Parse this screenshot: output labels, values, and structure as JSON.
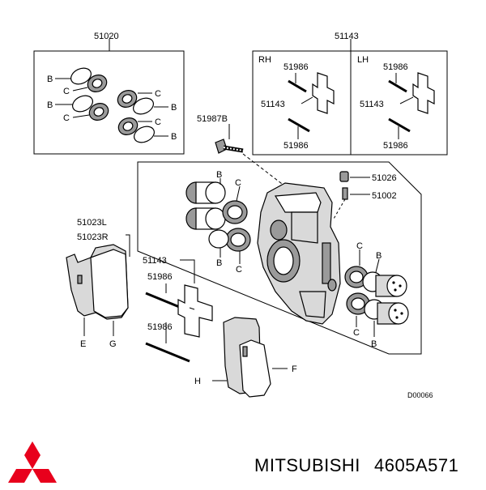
{
  "header_labels": {
    "left_box": "51020",
    "right_box": "51143"
  },
  "seal_kit": {
    "B": "B",
    "C": "C"
  },
  "pad_pins": {
    "rh_label": "RH",
    "lh_label": "LH",
    "pin_top_rh": "51986",
    "clip_rh": "51143",
    "pin_bottom_rh": "51986",
    "pin_top_lh": "51986",
    "clip_lh": "51143",
    "pin_bottom_lh": "51986"
  },
  "bolt": "51987B",
  "caliper": {
    "bleeder_cap": "51026",
    "bleeder_screw": "51002",
    "pads_left": "51023L",
    "pads_right": "51023R",
    "clip": "51143",
    "pin_upper": "51986",
    "pin_lower": "51986",
    "B": "B",
    "C": "C",
    "E": "E",
    "G": "G",
    "H": "H",
    "F": "F"
  },
  "diagram_code": "D00066",
  "footer": {
    "brand_text": "MITSUBISHI",
    "part_number": "4605A571"
  },
  "colors": {
    "logo": "#e8001c",
    "ink": "#000000",
    "shade": "#9a9a9a"
  }
}
